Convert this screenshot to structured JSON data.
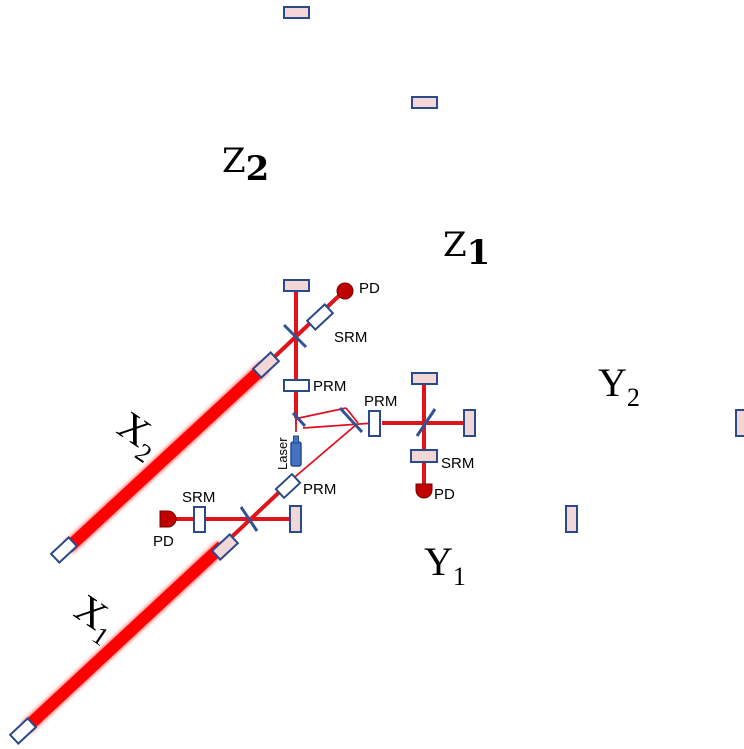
{
  "arms": {
    "z2": {
      "base": "Z",
      "sub": "2"
    },
    "z1": {
      "base": "Z",
      "sub": "1"
    },
    "y2": {
      "base": "Y",
      "sub": "2"
    },
    "y1": {
      "base": "Y",
      "sub": "1"
    },
    "x2": {
      "base": "X",
      "sub": "2"
    },
    "x1": {
      "base": "X",
      "sub": "1"
    }
  },
  "labels": {
    "pd": "PD",
    "srm": "SRM",
    "prm": "PRM",
    "laser": "Laser"
  },
  "colors": {
    "beam": "#ff0000",
    "mirror_edge": "#2b4a8a",
    "photodiode": "#c00000",
    "laser_source": "#4472c4"
  }
}
